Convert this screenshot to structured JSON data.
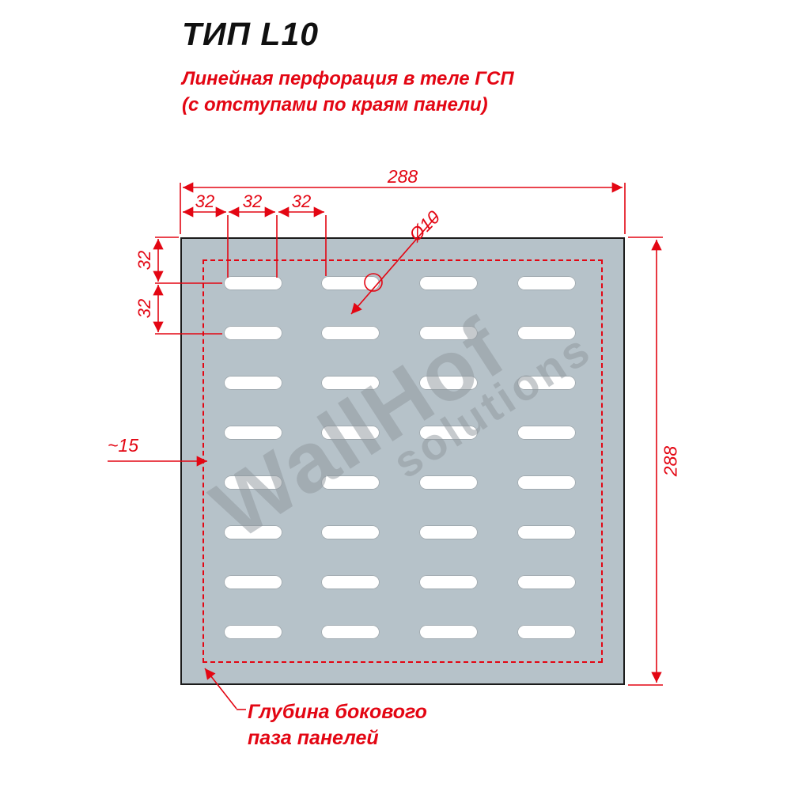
{
  "title": "ТИП L10",
  "subtitle": {
    "line1": "Линейная перфорация в теле ГСП",
    "line2": "(с отступами по краям панели)"
  },
  "watermark": {
    "line1": "WallHof",
    "line2": "solutions"
  },
  "dims": {
    "total_width": "288",
    "total_height": "288",
    "pitches": [
      "32",
      "32",
      "32"
    ],
    "row_pitches": [
      "32",
      "32"
    ],
    "edge_offset": "~15",
    "hole_diameter": "Ø10"
  },
  "annotation": {
    "line1": "Глубина бокового",
    "line2": "паза панелей"
  },
  "panel": {
    "rows": 8,
    "cols": 4
  },
  "colors": {
    "dimension": "#e30613",
    "panel": "#b6c2c9",
    "watermark": "#8f979d"
  }
}
